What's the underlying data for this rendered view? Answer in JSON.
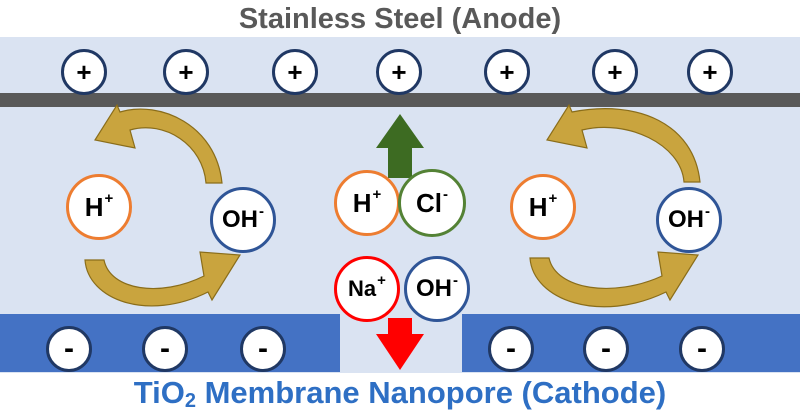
{
  "titles": {
    "anode": "Stainless Steel (Anode)",
    "cathode_prefix": "TiO",
    "cathode_sub": "2",
    "cathode_suffix": " Membrane Nanopore (Cathode)"
  },
  "anode_charges": [
    "+",
    "+",
    "+",
    "+",
    "+",
    "+",
    "+"
  ],
  "cathode_charges": [
    "-",
    "-",
    "-",
    "-",
    "-",
    "-"
  ],
  "left_cycle": {
    "h": {
      "symbol": "H",
      "charge": "+"
    },
    "oh": {
      "symbol": "OH",
      "charge": "-"
    }
  },
  "right_cycle": {
    "h": {
      "symbol": "H",
      "charge": "+"
    },
    "oh": {
      "symbol": "OH",
      "charge": "-"
    }
  },
  "center_ions": {
    "h": {
      "symbol": "H",
      "charge": "+"
    },
    "cl": {
      "symbol": "Cl",
      "charge": "-"
    },
    "na": {
      "symbol": "Na",
      "charge": "+"
    },
    "oh": {
      "symbol": "OH",
      "charge": "-"
    }
  },
  "colors": {
    "background": "#dae3f2",
    "anode_plate": "#595959",
    "cathode_plate": "#4472c4",
    "cycle_arrow": "#c9a43e",
    "up_arrow": "#3d6b22",
    "down_arrow": "#ff0000",
    "h_ion_border": "#ed7d31",
    "oh_ion_border": "#2f5597",
    "cl_ion_border": "#548235",
    "na_ion_border": "#ff0000"
  },
  "icons": {
    "up_arrow": "up-arrow-icon",
    "down_arrow": "down-arrow-icon",
    "cycle_arrow": "curved-arrow-icon"
  }
}
